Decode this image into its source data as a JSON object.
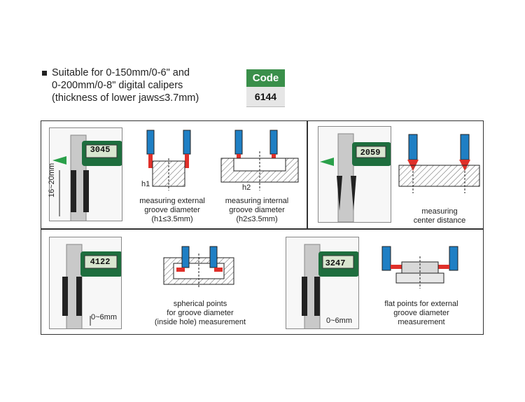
{
  "intro": {
    "line1": "Suitable for 0-150mm/0-6\" and",
    "line2": "0-200mm/0-8\" digital calipers",
    "line3": "(thickness of lower jaws≤3.7mm)"
  },
  "code": {
    "header": "Code",
    "value": "6144"
  },
  "panels": {
    "groove": {
      "display": "3045",
      "height_label": "16~20mm",
      "external": {
        "dim_label": "h1",
        "caption1": "measuring external",
        "caption2": "groove diameter",
        "caption3": "(h1≤3.5mm)"
      },
      "internal": {
        "dim_label": "h2",
        "caption1": "measuring internal",
        "caption2": "groove diameter",
        "caption3": "(h2≤3.5mm)"
      }
    },
    "center": {
      "display": "2059",
      "caption1": "measuring",
      "caption2": "center distance"
    },
    "spherical": {
      "display": "4122",
      "range_label": "0~6mm",
      "caption1": "spherical points",
      "caption2": "for groove diameter",
      "caption3": "(inside hole) measurement"
    },
    "flat": {
      "display": "3247",
      "range_label": "0~6mm",
      "caption1": "flat points for external",
      "caption2": "groove diameter",
      "caption3": "measurement"
    }
  },
  "colors": {
    "accent_green": "#3a8f4a",
    "probe_blue": "#1f7fc4",
    "probe_red": "#e0302a",
    "display_green": "#1e6e3e"
  }
}
